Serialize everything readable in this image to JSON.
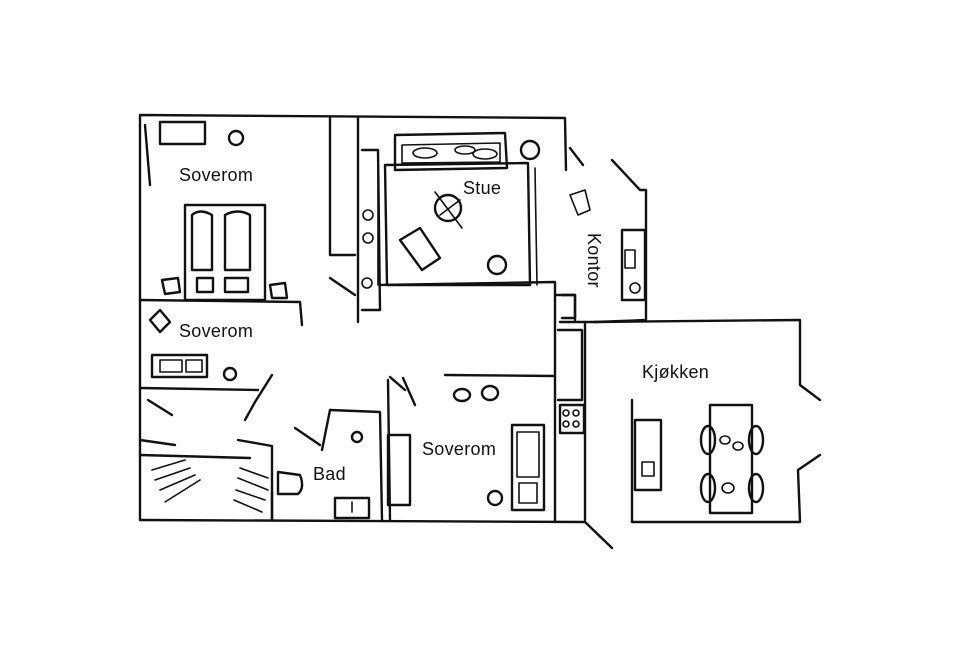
{
  "floor_plan": {
    "rooms": {
      "bedroom_1": "Soverom",
      "bedroom_2": "Soverom",
      "bedroom_3": "Soverom",
      "living_room": "Stue",
      "office": "Kontor",
      "kitchen": "Kjøkken",
      "bathroom": "Bad"
    },
    "line_color": "#111111",
    "background_color": "#ffffff"
  }
}
